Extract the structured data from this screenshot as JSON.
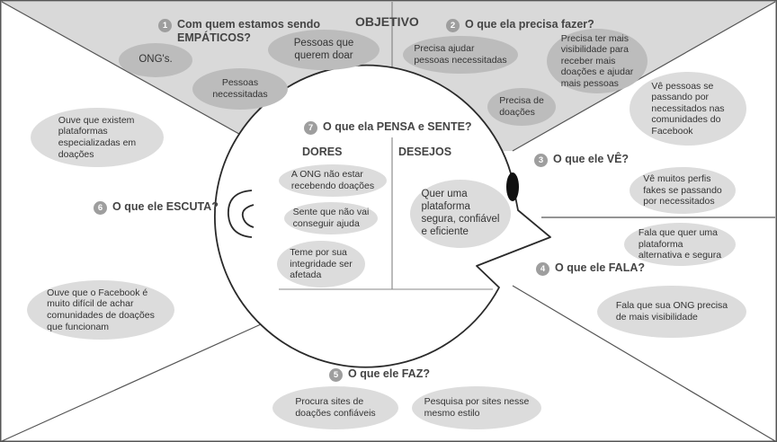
{
  "objective_label": "OBJETIVO",
  "sections": {
    "empathy": {
      "number": "1",
      "title": "Com quem estamos sendo\nEMPÁTICOS?",
      "notes": [
        "ONG's.",
        "Pessoas que\nquerem doar",
        "Pessoas\nnecessitadas"
      ]
    },
    "do_goal": {
      "number": "2",
      "title": "O que ela precisa fazer?",
      "notes": [
        "Precisa ajudar\npessoas necessitadas",
        "Precisa ter mais\nvisibilidade para\nreceber mais\ndoações e ajudar\nmais pessoas",
        "Precisa de\ndoações"
      ]
    },
    "see": {
      "number": "3",
      "title": "O que ele VÊ?",
      "notes": [
        "Vê pessoas se\npassando por\nnecessitados nas\ncomunidades do\nFacebook",
        "Vê muitos perfis\nfakes se passando\npor necessitados"
      ]
    },
    "say": {
      "number": "4",
      "title": "O que ele FALA?",
      "notes": [
        "Fala que quer uma\nplataforma\nalternativa e segura",
        "Fala que sua ONG precisa\nde mais visibilidade"
      ]
    },
    "do": {
      "number": "5",
      "title": "O que ele FAZ?",
      "notes": [
        "Procura sites de\ndoações confiáveis",
        "Pesquisa por sites nesse\nmesmo estilo"
      ]
    },
    "hear": {
      "number": "6",
      "title": "O que ele ESCUTA?",
      "notes": [
        "Ouve que existem\nplataformas\nespecializadas em\ndoações",
        "Ouve que o Facebook é\nmuito difícil de achar\ncomunidades de doações\nque funcionam"
      ]
    },
    "think_feel": {
      "number": "7",
      "title": "O que ela PENSA e SENTE?",
      "pains_label": "DORES",
      "gains_label": "DESEJOS",
      "pains": [
        "A ONG não estar\nrecebendo doações",
        "Sente que não vai\nconseguir ajuda",
        "Teme por sua\nintegridade ser\nafetada"
      ],
      "gains": [
        "Quer uma\nplataforma\nsegura, confiável\ne eficiente"
      ]
    }
  },
  "colors": {
    "panel_bg": "#d9d9d9",
    "note_bg": "#dcdcdc",
    "note_dark": "#bcbcbc",
    "number_bg": "#9e9e9e"
  }
}
